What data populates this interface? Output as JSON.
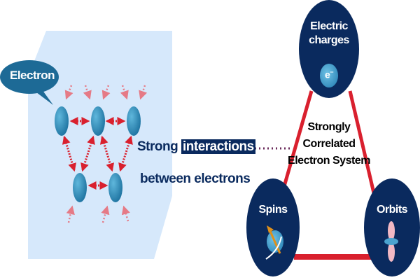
{
  "left_panel": {
    "callout": "Electron",
    "caption_line1_plain": "Strong",
    "caption_line1_highlight": "interactions",
    "caption_line2": "between electrons"
  },
  "right_panel": {
    "center_lines": [
      "Strongly",
      "Correlated",
      "Electron System"
    ],
    "nodes": {
      "top": {
        "line1": "Electric",
        "line2": "charges",
        "symbol": "e",
        "superscript": "−"
      },
      "left": {
        "label": "Spins"
      },
      "right": {
        "label": "Orbits"
      }
    }
  },
  "colors": {
    "panel_bg": "#d6e8fb",
    "node_dark": "#0a2a5e",
    "triangle": "#d9202e",
    "electron": "#2c8ab8",
    "arrow": "#d9202e"
  }
}
